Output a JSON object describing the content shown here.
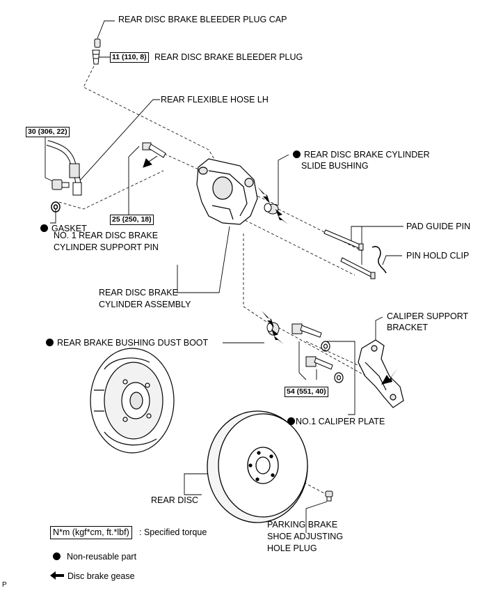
{
  "labels": {
    "bleeder_cap": "REAR DISC BRAKE BLEEDER PLUG CAP",
    "bleeder_plug": "REAR DISC BRAKE BLEEDER PLUG",
    "flex_hose": "REAR FLEXIBLE HOSE LH",
    "slide_bushing_1": "REAR DISC BRAKE CYLINDER",
    "slide_bushing_2": "SLIDE BUSHING",
    "gasket": "GASKET",
    "support_pin_1": "NO. 1 REAR DISC BRAKE",
    "support_pin_2": "CYLINDER SUPPORT PIN",
    "pad_guide_pin": "PAD GUIDE PIN",
    "pin_hold_clip": "PIN HOLD CLIP",
    "cylinder_assy_1": "REAR DISC BRAKE",
    "cylinder_assy_2": "CYLINDER ASSEMBLY",
    "caliper_bracket_1": "CALIPER SUPPORT",
    "caliper_bracket_2": "BRACKET",
    "dust_boot": "REAR BRAKE BUSHING DUST BOOT",
    "caliper_plate": "NO.1 CALIPER PLATE",
    "rear_disc": "REAR DISC",
    "hole_plug_1": "PARKING BRAKE",
    "hole_plug_2": "SHOE ADJUSTING",
    "hole_plug_3": "HOLE PLUG",
    "corner": "P"
  },
  "torques": {
    "bleeder_plug": "11 (110, 8)",
    "flex_hose": "30 (306, 22)",
    "support_pin": "25 (250, 18)",
    "bracket_bolts": "54 (551, 40)"
  },
  "legend": {
    "torque_unit": "N*m (kgf*cm, ft.*lbf)",
    "torque_desc": ": Specified torque",
    "non_reusable": "Non-reusable part",
    "grease": "Disc brake gease"
  },
  "colors": {
    "ink": "#000000",
    "paper": "#ffffff",
    "fill": "#e6e6e6"
  }
}
